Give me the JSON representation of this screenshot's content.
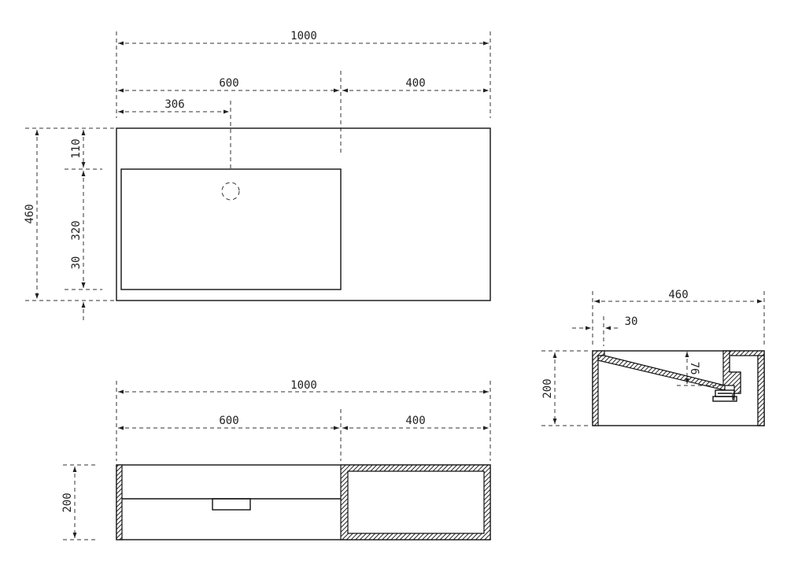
{
  "dimensions": {
    "top_total": "1000",
    "top_left": "600",
    "top_right": "400",
    "drain_offset": "306",
    "depth_total": "460",
    "front_margin": "110",
    "basin_depth": "320",
    "back_margin": "30",
    "front_total": "1000",
    "front_left": "600",
    "front_right": "400",
    "front_height": "200",
    "side_total": "460",
    "side_wall": "30",
    "side_slope": "76",
    "side_height": "200"
  },
  "colors": {
    "line": "#111111",
    "dashed": "#333333",
    "background": "#ffffff"
  }
}
